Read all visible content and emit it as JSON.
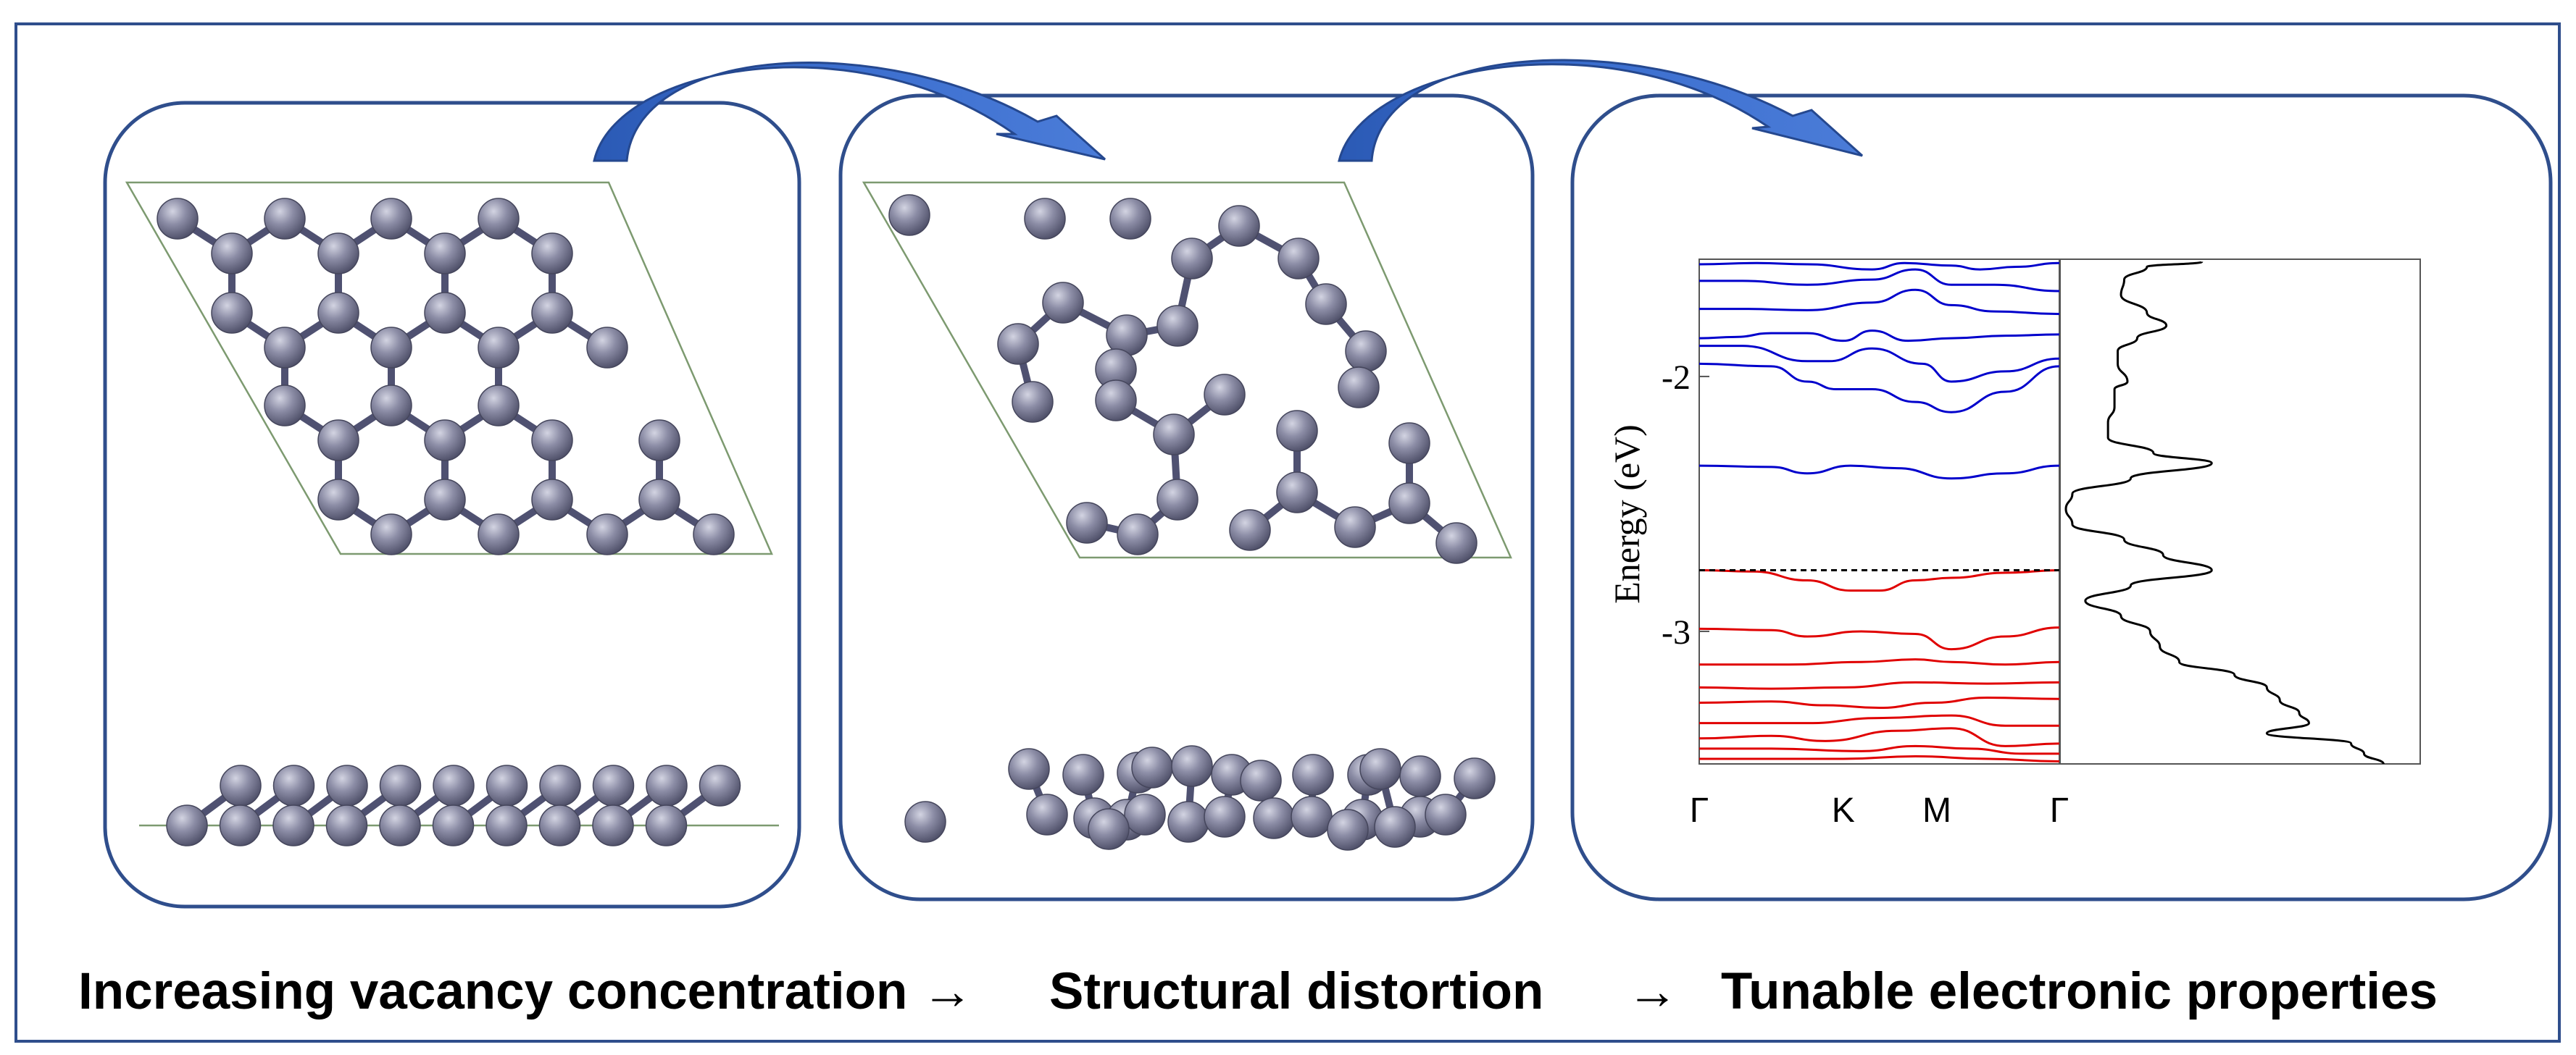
{
  "captions": {
    "step1": "Increasing vacancy concentration →",
    "step2": "Structural distortion",
    "arrow": "→",
    "step3": "Tunable electronic properties"
  },
  "plot": {
    "ylabel": "Energy (eV)",
    "y_ticks": [
      "-2",
      "-3"
    ],
    "k_labels": [
      "Γ",
      "K",
      "M",
      "Γ"
    ]
  },
  "colors": {
    "frame": "#2F4E8C",
    "arrow": "#2E5BB8",
    "atom": "#7F8098",
    "bond": "#4F5171",
    "cell": "#7D9A70",
    "conduction": "#0000CC",
    "valence": "#E00000",
    "dos": "#000000"
  },
  "icons": {
    "flow_arrows": "curved-arrow-icon"
  },
  "chart_data": {
    "type": "line",
    "title": "",
    "xlabel": "",
    "ylabel": "Energy (eV)",
    "ylim": [
      -3.52,
      -1.54
    ],
    "x_tick_labels": [
      "Γ",
      "K",
      "M",
      "Γ"
    ],
    "fermi_level": -2.76,
    "series": [
      {
        "band": "conduction",
        "k": [
          0,
          0.16,
          0.3,
          0.48,
          0.57,
          0.7,
          0.78,
          0.88,
          1
        ],
        "energy": [
          -1.56,
          -1.555,
          -1.56,
          -1.58,
          -1.555,
          -1.565,
          -1.58,
          -1.57,
          -1.555
        ]
      },
      {
        "band": "conduction",
        "k": [
          0,
          0.12,
          0.3,
          0.48,
          0.6,
          0.7,
          0.82,
          1
        ],
        "energy": [
          -1.625,
          -1.625,
          -1.64,
          -1.62,
          -1.58,
          -1.64,
          -1.64,
          -1.665
        ]
      },
      {
        "band": "conduction",
        "k": [
          0,
          0.12,
          0.3,
          0.48,
          0.6,
          0.7,
          0.82,
          1
        ],
        "energy": [
          -1.735,
          -1.735,
          -1.74,
          -1.71,
          -1.66,
          -1.72,
          -1.745,
          -1.755
        ]
      },
      {
        "band": "conduction",
        "k": [
          0,
          0.1,
          0.2,
          0.3,
          0.4,
          0.48,
          0.58,
          0.7,
          0.85,
          1
        ],
        "energy": [
          -1.85,
          -1.845,
          -1.83,
          -1.83,
          -1.86,
          -1.82,
          -1.86,
          -1.85,
          -1.84,
          -1.835
        ]
      },
      {
        "band": "conduction",
        "k": [
          0,
          0.12,
          0.3,
          0.36,
          0.48,
          0.62,
          0.7,
          0.85,
          1
        ],
        "energy": [
          -1.88,
          -1.88,
          -1.94,
          -1.94,
          -1.89,
          -1.95,
          -2.02,
          -1.98,
          -1.93
        ]
      },
      {
        "band": "conduction",
        "k": [
          0,
          0.2,
          0.3,
          0.38,
          0.48,
          0.6,
          0.7,
          0.85,
          1
        ],
        "energy": [
          -1.95,
          -1.96,
          -2.02,
          -2.05,
          -2.05,
          -2.1,
          -2.14,
          -2.06,
          -1.96
        ]
      },
      {
        "band": "conduction",
        "k": [
          0,
          0.2,
          0.3,
          0.42,
          0.55,
          0.7,
          0.85,
          1
        ],
        "energy": [
          -2.35,
          -2.355,
          -2.38,
          -2.35,
          -2.36,
          -2.4,
          -2.38,
          -2.35
        ]
      },
      {
        "band": "valence",
        "k": [
          0,
          0.15,
          0.3,
          0.42,
          0.5,
          0.6,
          0.7,
          0.85,
          1
        ],
        "energy": [
          -2.76,
          -2.765,
          -2.8,
          -2.84,
          -2.84,
          -2.8,
          -2.79,
          -2.77,
          -2.76
        ]
      },
      {
        "band": "valence",
        "k": [
          0,
          0.2,
          0.3,
          0.45,
          0.6,
          0.7,
          0.85,
          1
        ],
        "energy": [
          -2.99,
          -2.995,
          -3.02,
          -3.0,
          -3.01,
          -3.07,
          -3.02,
          -2.985
        ]
      },
      {
        "band": "valence",
        "k": [
          0,
          0.25,
          0.45,
          0.6,
          0.7,
          0.85,
          1
        ],
        "energy": [
          -3.13,
          -3.13,
          -3.12,
          -3.11,
          -3.12,
          -3.13,
          -3.12
        ]
      },
      {
        "band": "valence",
        "k": [
          0,
          0.2,
          0.4,
          0.6,
          0.8,
          1
        ],
        "energy": [
          -3.22,
          -3.225,
          -3.22,
          -3.2,
          -3.205,
          -3.2
        ]
      },
      {
        "band": "valence",
        "k": [
          0,
          0.2,
          0.35,
          0.5,
          0.65,
          0.8,
          1
        ],
        "energy": [
          -3.28,
          -3.275,
          -3.29,
          -3.3,
          -3.28,
          -3.26,
          -3.265
        ]
      },
      {
        "band": "valence",
        "k": [
          0,
          0.15,
          0.3,
          0.5,
          0.7,
          0.85,
          1
        ],
        "energy": [
          -3.36,
          -3.36,
          -3.36,
          -3.34,
          -3.33,
          -3.37,
          -3.37
        ]
      },
      {
        "band": "valence",
        "k": [
          0,
          0.2,
          0.35,
          0.55,
          0.7,
          0.85,
          1
        ],
        "energy": [
          -3.42,
          -3.41,
          -3.43,
          -3.39,
          -3.38,
          -3.45,
          -3.44
        ]
      },
      {
        "band": "valence",
        "k": [
          0,
          0.2,
          0.45,
          0.6,
          0.75,
          0.9,
          1
        ],
        "energy": [
          -3.46,
          -3.46,
          -3.47,
          -3.45,
          -3.46,
          -3.48,
          -3.48
        ]
      },
      {
        "band": "valence",
        "k": [
          0,
          0.2,
          0.4,
          0.6,
          0.8,
          1
        ],
        "energy": [
          -3.5,
          -3.5,
          -3.5,
          -3.49,
          -3.5,
          -3.51
        ]
      }
    ],
    "dos": {
      "energy": [
        -1.55,
        -1.57,
        -1.62,
        -1.68,
        -1.75,
        -1.8,
        -1.85,
        -1.9,
        -1.95,
        -2.02,
        -2.05,
        -2.12,
        -2.18,
        -2.24,
        -2.3,
        -2.34,
        -2.4,
        -2.46,
        -2.52,
        -2.58,
        -2.64,
        -2.7,
        -2.76,
        -2.82,
        -2.88,
        -2.94,
        -3.0,
        -3.06,
        -3.12,
        -3.17,
        -3.22,
        -3.27,
        -3.32,
        -3.36,
        -3.4,
        -3.44,
        -3.48,
        -3.52
      ],
      "value": [
        0.42,
        0.25,
        0.18,
        0.17,
        0.25,
        0.31,
        0.22,
        0.16,
        0.16,
        0.19,
        0.15,
        0.15,
        0.13,
        0.13,
        0.27,
        0.45,
        0.2,
        0.02,
        0.0,
        0.02,
        0.18,
        0.3,
        0.45,
        0.2,
        0.06,
        0.17,
        0.26,
        0.29,
        0.35,
        0.52,
        0.62,
        0.66,
        0.72,
        0.75,
        0.62,
        0.88,
        0.92,
        0.98
      ]
    }
  }
}
